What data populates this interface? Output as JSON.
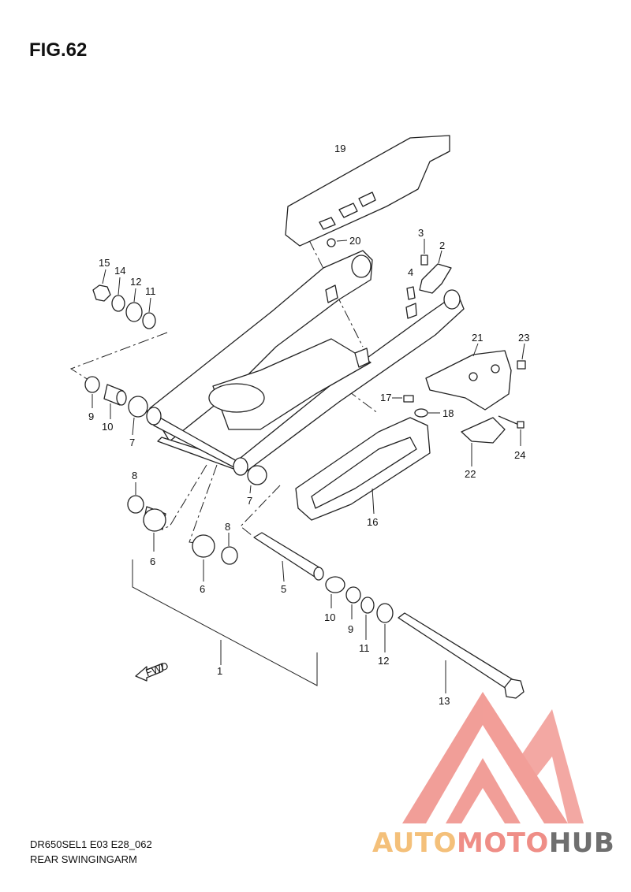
{
  "figure": {
    "title": "FIG.62",
    "model_code": "DR650SEL1 E03 E28_062",
    "caption": "REAR SWINGINGARM"
  },
  "callouts": [
    {
      "id": "callout-19",
      "label": "19"
    },
    {
      "id": "callout-20",
      "label": "20"
    },
    {
      "id": "callout-3",
      "label": "3"
    },
    {
      "id": "callout-2",
      "label": "2"
    },
    {
      "id": "callout-4",
      "label": "4"
    },
    {
      "id": "callout-15",
      "label": "15"
    },
    {
      "id": "callout-14",
      "label": "14"
    },
    {
      "id": "callout-12a",
      "label": "12"
    },
    {
      "id": "callout-11a",
      "label": "11"
    },
    {
      "id": "callout-21",
      "label": "21"
    },
    {
      "id": "callout-23",
      "label": "23"
    },
    {
      "id": "callout-17",
      "label": "17"
    },
    {
      "id": "callout-18",
      "label": "18"
    },
    {
      "id": "callout-9a",
      "label": "9"
    },
    {
      "id": "callout-10a",
      "label": "10"
    },
    {
      "id": "callout-7a",
      "label": "7"
    },
    {
      "id": "callout-24",
      "label": "24"
    },
    {
      "id": "callout-22",
      "label": "22"
    },
    {
      "id": "callout-8a",
      "label": "8"
    },
    {
      "id": "callout-7b",
      "label": "7"
    },
    {
      "id": "callout-16",
      "label": "16"
    },
    {
      "id": "callout-6a",
      "label": "6"
    },
    {
      "id": "callout-8b",
      "label": "8"
    },
    {
      "id": "callout-6b",
      "label": "6"
    },
    {
      "id": "callout-5",
      "label": "5"
    },
    {
      "id": "callout-10b",
      "label": "10"
    },
    {
      "id": "callout-9b",
      "label": "9"
    },
    {
      "id": "callout-11b",
      "label": "11"
    },
    {
      "id": "callout-12b",
      "label": "12"
    },
    {
      "id": "callout-1",
      "label": "1"
    },
    {
      "id": "callout-13",
      "label": "13"
    }
  ],
  "fwd_arrow": {
    "label": "FWD"
  },
  "watermark": {
    "part1": "AUTO",
    "part2": "MOTO",
    "part3": "HUB",
    "colors": {
      "auto": "#f4c07a",
      "moto": "#ef8e87",
      "hub": "#6f6f6f",
      "logo": "#ef8e87"
    }
  }
}
